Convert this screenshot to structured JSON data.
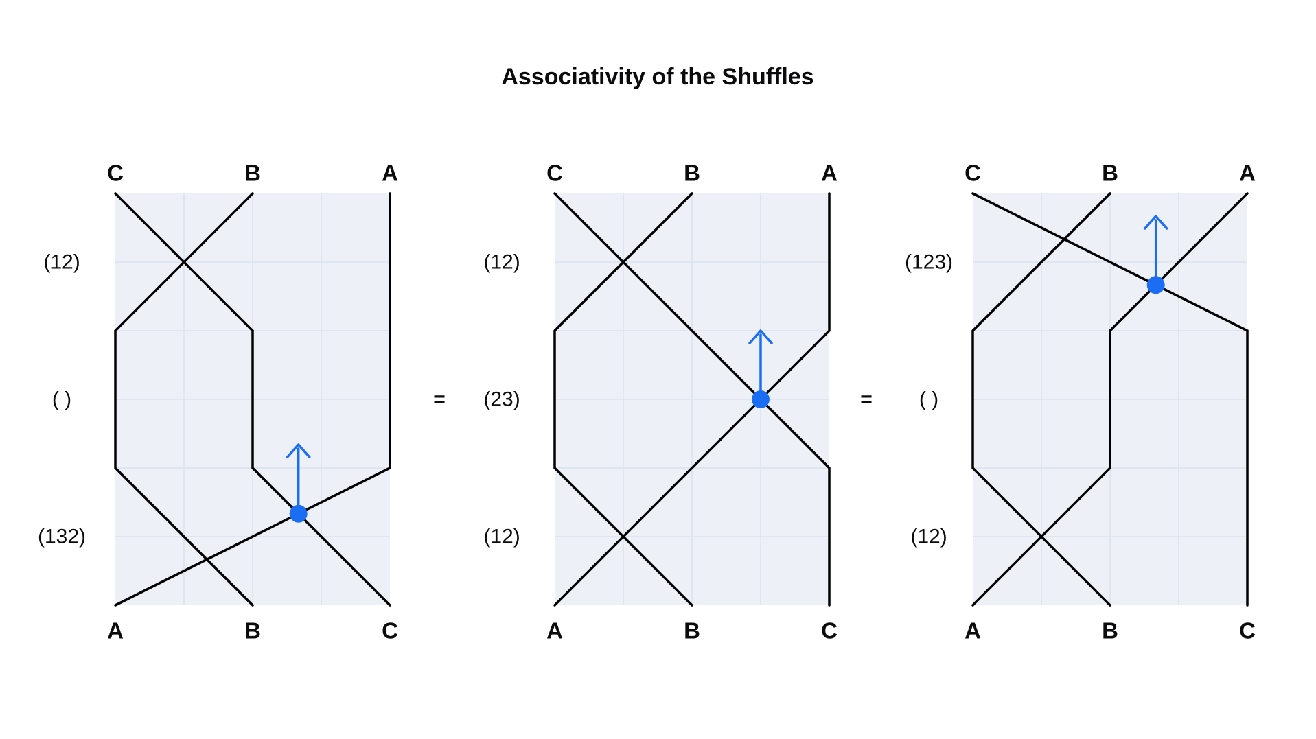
{
  "title": "Associativity of the Shuffles",
  "equals_signs": [
    "=",
    "="
  ],
  "panels": [
    {
      "name": "left",
      "top_labels": [
        "C",
        "B",
        "A"
      ],
      "bottom_labels": [
        "A",
        "B",
        "C"
      ],
      "perm_labels": [
        "(12)",
        "( )",
        "(132)"
      ]
    },
    {
      "name": "middle",
      "top_labels": [
        "C",
        "B",
        "A"
      ],
      "bottom_labels": [
        "A",
        "B",
        "C"
      ],
      "perm_labels": [
        "(12)",
        "(23)",
        "(12)"
      ]
    },
    {
      "name": "right",
      "top_labels": [
        "C",
        "B",
        "A"
      ],
      "bottom_labels": [
        "A",
        "B",
        "C"
      ],
      "perm_labels": [
        "(123)",
        "( )",
        "(12)"
      ]
    }
  ],
  "colors": {
    "page_background": "#ffffff",
    "panel_background": "#edf1f7",
    "gridline": "#dce2ee",
    "wire": "#000000",
    "highlight_blue": "#1b6ef3",
    "text": "#0b0b0d"
  }
}
